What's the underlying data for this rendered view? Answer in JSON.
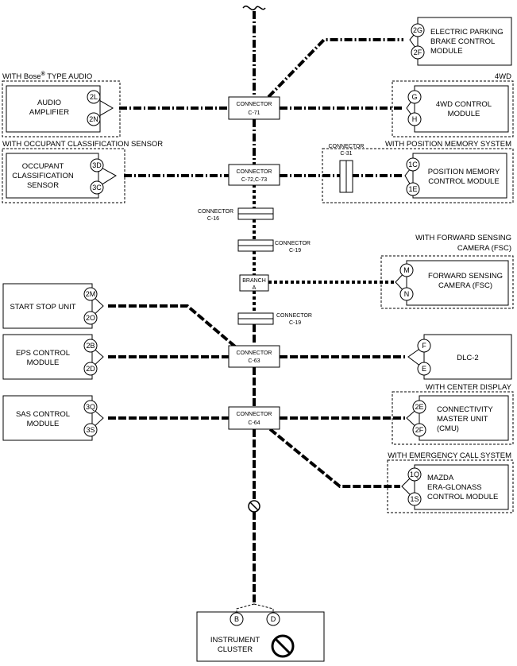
{
  "modules": {
    "epb": {
      "lines": [
        "ELECTRIC PARKING",
        "BRAKE CONTROL",
        "MODULE"
      ],
      "pins": [
        "2G",
        "2F"
      ]
    },
    "audio": {
      "group": "WITH Bose",
      "group_sup": "®",
      "group_tail": " TYPE AUDIO",
      "lines": [
        "AUDIO",
        "AMPLIFIER"
      ],
      "pins": [
        "2L",
        "2N"
      ]
    },
    "fwd4": {
      "group": "4WD",
      "lines": [
        "4WD CONTROL",
        "MODULE"
      ],
      "pins": [
        "G",
        "H"
      ]
    },
    "ocs": {
      "group": "WITH OCCUPANT CLASSIFICATION SENSOR",
      "lines": [
        "OCCUPANT",
        "CLASSIFICATION",
        "SENSOR"
      ],
      "pins": [
        "3D",
        "3C"
      ]
    },
    "pos": {
      "group": "WITH POSITION MEMORY SYSTEM",
      "lines": [
        "POSITION MEMORY",
        "CONTROL MODULE"
      ],
      "pins": [
        "1C",
        "1E"
      ]
    },
    "fsc": {
      "group_lines": [
        "WITH FORWARD SENSING",
        "CAMERA (FSC)"
      ],
      "lines": [
        "FORWARD SENSING",
        "CAMERA (FSC)"
      ],
      "pins": [
        "M",
        "N"
      ]
    },
    "ssu": {
      "lines": [
        "START STOP UNIT"
      ],
      "pins": [
        "2M",
        "2O"
      ]
    },
    "eps": {
      "lines": [
        "EPS CONTROL",
        "MODULE"
      ],
      "pins": [
        "2B",
        "2D"
      ]
    },
    "dlc": {
      "lines": [
        "DLC-2"
      ],
      "pins": [
        "F",
        "E"
      ]
    },
    "sas": {
      "lines": [
        "SAS CONTROL",
        "MODULE"
      ],
      "pins": [
        "3Q",
        "3S"
      ]
    },
    "cmu": {
      "group": "WITH CENTER DISPLAY",
      "lines": [
        "CONNECTIVITY",
        "MASTER UNIT",
        "(CMU)"
      ],
      "pins": [
        "2E",
        "2F"
      ]
    },
    "era": {
      "group": "WITH EMERGENCY CALL SYSTEM",
      "lines": [
        "MAZDA",
        "ERA-GLONASS",
        "CONTROL MODULE"
      ],
      "pins": [
        "1Q",
        "1S"
      ]
    },
    "ic": {
      "lines": [
        "INSTRUMENT",
        "CLUSTER"
      ],
      "pins": [
        "B",
        "D"
      ]
    }
  },
  "connectors": {
    "c71": {
      "l1": "CONNECTOR",
      "l2": "C-71"
    },
    "c72": {
      "l1": "CONNECTOR",
      "l2": "C-72,C-73"
    },
    "c31": {
      "l1": "CONNECTOR",
      "l2": "C-31"
    },
    "c16": {
      "l1": "CONNECTOR",
      "l2": "C-16"
    },
    "c19a": {
      "l1": "CONNECTOR",
      "l2": "C-19"
    },
    "branch": {
      "l1": "BRANCH",
      "l2": "A"
    },
    "c19b": {
      "l1": "CONNECTOR",
      "l2": "C-19"
    },
    "c63": {
      "l1": "CONNECTOR",
      "l2": "C-63"
    },
    "c64": {
      "l1": "CONNECTOR",
      "l2": "C-64"
    }
  }
}
